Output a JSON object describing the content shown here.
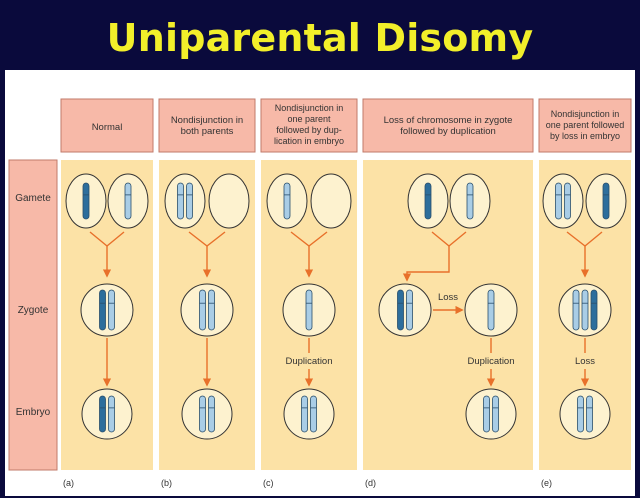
{
  "title": "Uniparental Disomy",
  "stage_labels": [
    "Gamete",
    "Zygote",
    "Embryo"
  ],
  "columns": [
    {
      "id": "a",
      "letter": "(a)",
      "header": [
        "Normal"
      ]
    },
    {
      "id": "b",
      "letter": "(b)",
      "header": [
        "Nondisjunction in",
        "both parents"
      ]
    },
    {
      "id": "c",
      "letter": "(c)",
      "header": [
        "Nondisjunction in",
        "one parent",
        "followed by dup-",
        "lication in embryo"
      ]
    },
    {
      "id": "d",
      "letter": "(d)",
      "header": [
        "Loss of chromosome in zygote",
        "followed by duplication"
      ]
    },
    {
      "id": "e",
      "letter": "(e)",
      "header": [
        "Nondisjunction in",
        "one parent followed",
        "by loss in embryo"
      ]
    }
  ],
  "annotations": {
    "duplication": "Duplication",
    "loss": "Loss"
  },
  "colors": {
    "background": "#0a0a3c",
    "title": "#f2ef2a",
    "header_fill": "#f7b9a8",
    "stage_fill": "#f7b9a8",
    "column_fill": "#fce2a6",
    "cell_fill": "#fdf2cf",
    "arrow": "#e8702a",
    "chromosome_dark": "#2d6e9c",
    "chromosome_light": "#a9cde6"
  }
}
